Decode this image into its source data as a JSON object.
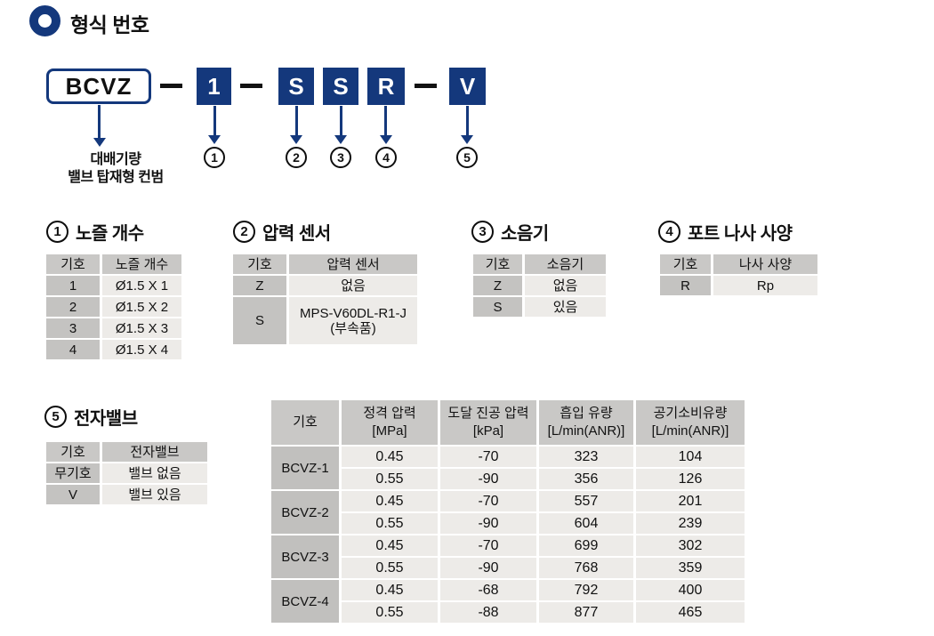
{
  "page": {
    "title": "형식 번호"
  },
  "model_code": {
    "base": "BCVZ",
    "base_description_lines": [
      "대배기량",
      "밸브 탑재형 컨범"
    ],
    "separator": "—",
    "segments": [
      {
        "code": "1",
        "callout": "1"
      },
      {
        "code": "S",
        "callout": "2"
      },
      {
        "code": "S",
        "callout": "3"
      },
      {
        "code": "R",
        "callout": "4"
      },
      {
        "code": "V",
        "callout": "5"
      }
    ]
  },
  "sections": [
    {
      "number": "1",
      "title": "노즐 개수",
      "headers": [
        "기호",
        "노즐 개수"
      ],
      "rows": [
        [
          "1",
          "Ø1.5 X 1"
        ],
        [
          "2",
          "Ø1.5 X 2"
        ],
        [
          "3",
          "Ø1.5 X 3"
        ],
        [
          "4",
          "Ø1.5 X 4"
        ]
      ]
    },
    {
      "number": "2",
      "title": "압력 센서",
      "headers": [
        "기호",
        "압력 센서"
      ],
      "rows": [
        [
          "Z",
          "없음"
        ],
        [
          "S",
          [
            "MPS-V60DL-R1-J",
            "(부속품)"
          ]
        ]
      ]
    },
    {
      "number": "3",
      "title": "소음기",
      "headers": [
        "기호",
        "소음기"
      ],
      "rows": [
        [
          "Z",
          "없음"
        ],
        [
          "S",
          "있음"
        ]
      ]
    },
    {
      "number": "4",
      "title": "포트 나사 사양",
      "headers": [
        "기호",
        "나사 사양"
      ],
      "rows": [
        [
          "R",
          "Rp"
        ]
      ]
    },
    {
      "number": "5",
      "title": "전자밸브",
      "headers": [
        "기호",
        "전자밸브"
      ],
      "rows": [
        [
          "무기호",
          "밸브 없음"
        ],
        [
          "V",
          "밸브 있음"
        ]
      ]
    }
  ],
  "spec_table": {
    "headers": [
      [
        "기호"
      ],
      [
        "정격 압력",
        "[MPa]"
      ],
      [
        "도달 진공 압력",
        "[kPa]"
      ],
      [
        "흡입 유량",
        "[L/min(ANR)]"
      ],
      [
        "공기소비유량",
        "[L/min(ANR)]"
      ]
    ],
    "groups": [
      {
        "model": "BCVZ-1",
        "rows": [
          [
            "0.45",
            "-70",
            "323",
            "104"
          ],
          [
            "0.55",
            "-90",
            "356",
            "126"
          ]
        ]
      },
      {
        "model": "BCVZ-2",
        "rows": [
          [
            "0.45",
            "-70",
            "557",
            "201"
          ],
          [
            "0.55",
            "-90",
            "604",
            "239"
          ]
        ]
      },
      {
        "model": "BCVZ-3",
        "rows": [
          [
            "0.45",
            "-70",
            "699",
            "302"
          ],
          [
            "0.55",
            "-90",
            "768",
            "359"
          ]
        ]
      },
      {
        "model": "BCVZ-4",
        "rows": [
          [
            "0.45",
            "-68",
            "792",
            "400"
          ],
          [
            "0.55",
            "-88",
            "877",
            "465"
          ]
        ]
      }
    ]
  },
  "colors": {
    "navy": "#14387c",
    "table-header-bg": "#c9c8c6",
    "table-symbol-bg": "#c4c3c1",
    "table-cell-bg": "#edebe8",
    "text": "#111111"
  }
}
